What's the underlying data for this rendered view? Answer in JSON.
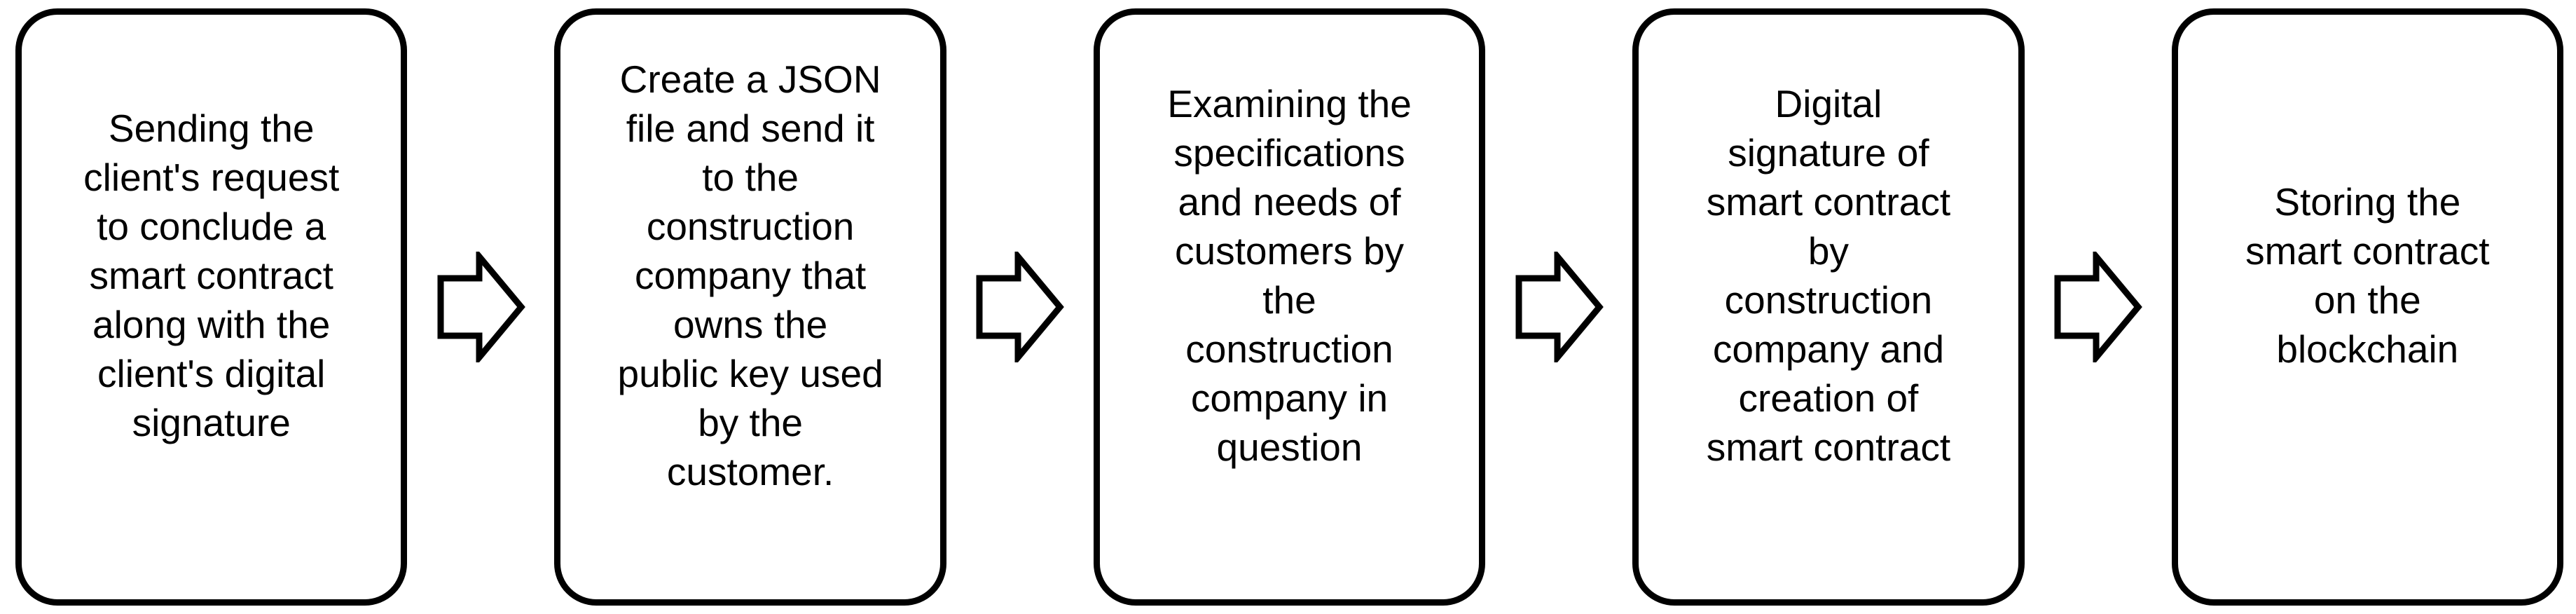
{
  "flowchart": {
    "type": "process-flow",
    "direction": "left-to-right",
    "connector": "block-arrow-right",
    "style": {
      "stroke_color": "#000000",
      "fill_color": "#ffffff",
      "text_color": "#000000"
    },
    "steps": [
      {
        "id": 1,
        "label": "Sending the\nclient's request\nto conclude a\nsmart contract\nalong with the\nclient's digital\nsignature"
      },
      {
        "id": 2,
        "label": "Create a JSON\nfile and send it\nto the\nconstruction\ncompany that\nowns the\npublic key used\nby the\ncustomer."
      },
      {
        "id": 3,
        "label": "Examining the\nspecifications\nand needs of\ncustomers by\nthe\nconstruction\ncompany in\nquestion"
      },
      {
        "id": 4,
        "label": "Digital\nsignature of\nsmart contract\nby\nconstruction\ncompany and\ncreation of\nsmart contract"
      },
      {
        "id": 5,
        "label": "Storing the\nsmart contract\non the\nblockchain"
      }
    ]
  }
}
